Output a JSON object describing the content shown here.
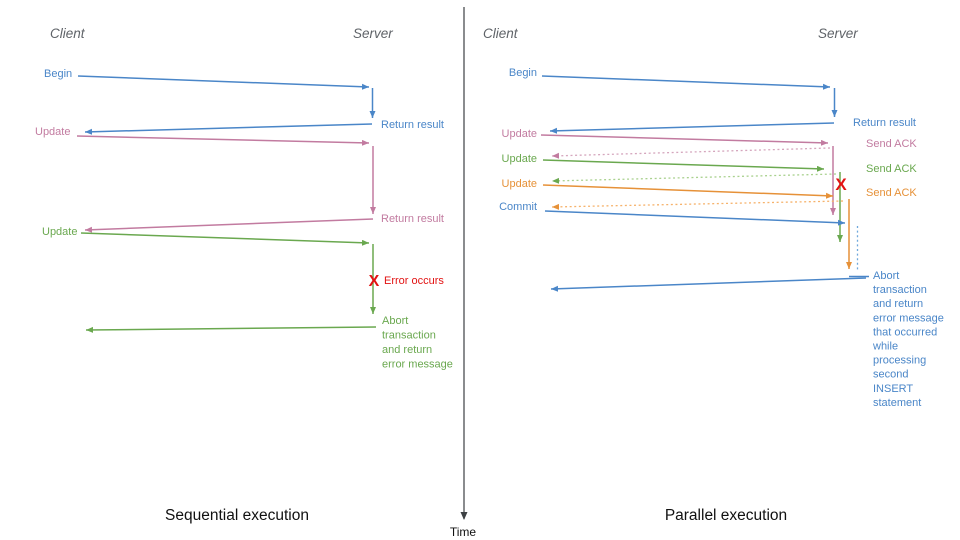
{
  "palette": {
    "blue": "#4a86c8",
    "pink": "#c27ba0",
    "green": "#6aa84f",
    "orange": "#e69138",
    "red": "#e21212",
    "blue_light": "#6fa8dc",
    "pink_light": "#d5a6bd",
    "green_light": "#a9d18e",
    "orange_light": "#f6b26b",
    "actor_gray": "#5f6368",
    "timeline_black": "#3c4043"
  },
  "timeline": {
    "label": "Time"
  },
  "left_panel": {
    "title": "Sequential execution",
    "client": "Client",
    "server": "Server",
    "begin": "Begin",
    "return_result_blue": "Return result",
    "update_pink": "Update",
    "return_result_pink": "Return result",
    "update_green": "Update",
    "error_mark": "X",
    "error_label": "Error occurs",
    "abort_lines": [
      "Abort",
      "transaction",
      "and return",
      "error message"
    ]
  },
  "right_panel": {
    "title": "Parallel execution",
    "client": "Client",
    "server": "Server",
    "begin": "Begin",
    "return_result": "Return result",
    "update_pink": "Update",
    "send_ack_pink": "Send ACK",
    "update_green": "Update",
    "send_ack_green": "Send ACK",
    "update_orange": "Update",
    "send_ack_orange": "Send ACK",
    "commit": "Commit",
    "error_mark": "X",
    "abort_lines": [
      "Abort",
      "transaction",
      "and return",
      "error message",
      "that occurred",
      "while",
      "processing",
      "second",
      "INSERT",
      "statement"
    ]
  }
}
